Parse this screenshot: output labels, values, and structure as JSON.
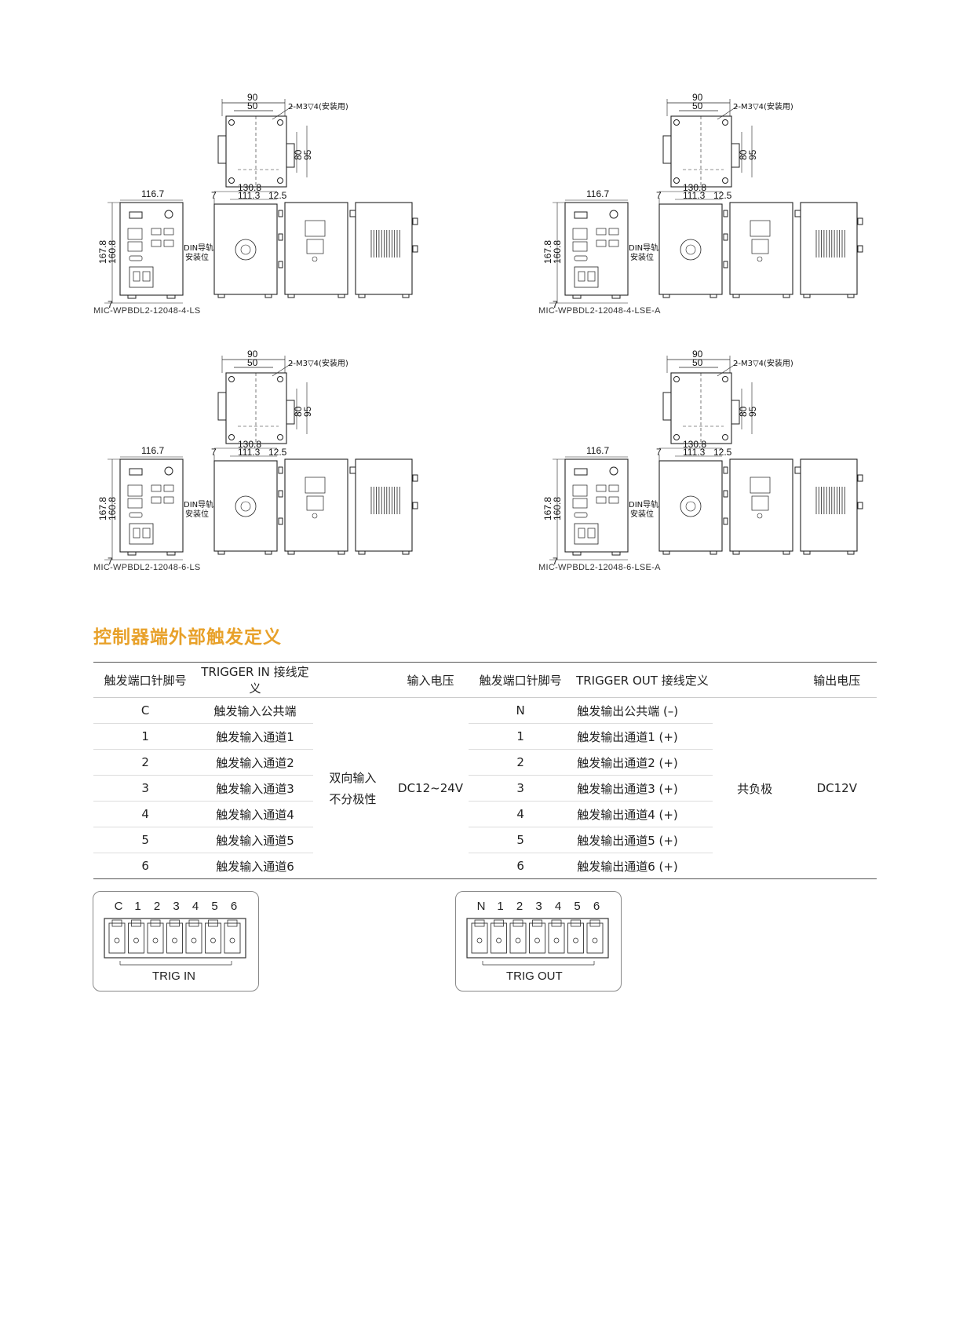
{
  "drawings": [
    {
      "model": "MIC-WPBDL2-12048-4-LS"
    },
    {
      "model": "MIC-WPBDL2-12048-4-LSE-A"
    },
    {
      "model": "MIC-WPBDL2-12048-6-LS"
    },
    {
      "model": "MIC-WPBDL2-12048-6-LSE-A"
    }
  ],
  "dims": {
    "d90": "90",
    "d50": "50",
    "screw": "2-M3▽4(安装用)",
    "d80": "80",
    "d95": "95",
    "d116": "116.7",
    "d130": "130.8",
    "d111": "111.3",
    "d12": "12.5",
    "d7": "7",
    "d167": "167.8",
    "d160": "160.8",
    "din1": "DIN导轨",
    "din2": "安装位"
  },
  "section_title": "控制器端外部触发定义",
  "table": {
    "headers": [
      "触发端口针脚号",
      "TRIGGER IN 接线定义",
      "",
      "输入电压",
      "触发端口针脚号",
      "TRIGGER OUT 接线定义",
      "",
      "输出电压"
    ],
    "in_pins": [
      "C",
      "1",
      "2",
      "3",
      "4",
      "5",
      "6"
    ],
    "in_defs": [
      "触发输入公共端",
      "触发输入通道1",
      "触发输入通道2",
      "触发输入通道3",
      "触发输入通道4",
      "触发输入通道5",
      "触发输入通道6"
    ],
    "in_type_1": "双向输入",
    "in_type_2": "不分极性",
    "in_voltage": "DC12~24V",
    "out_pins": [
      "N",
      "1",
      "2",
      "3",
      "4",
      "5",
      "6"
    ],
    "out_defs": [
      "触发输出公共端 (–)",
      "触发输出通道1 (+)",
      "触发输出通道2 (+)",
      "触发输出通道3 (+)",
      "触发输出通道4 (+)",
      "触发输出通道5 (+)",
      "触发输出通道6 (+)"
    ],
    "out_type": "共负极",
    "out_voltage": "DC12V"
  },
  "connectors": {
    "in": {
      "pins": [
        "C",
        "1",
        "2",
        "3",
        "4",
        "5",
        "6"
      ],
      "label": "TRIG IN"
    },
    "out": {
      "pins": [
        "N",
        "1",
        "2",
        "3",
        "4",
        "5",
        "6"
      ],
      "label": "TRIG OUT"
    }
  }
}
